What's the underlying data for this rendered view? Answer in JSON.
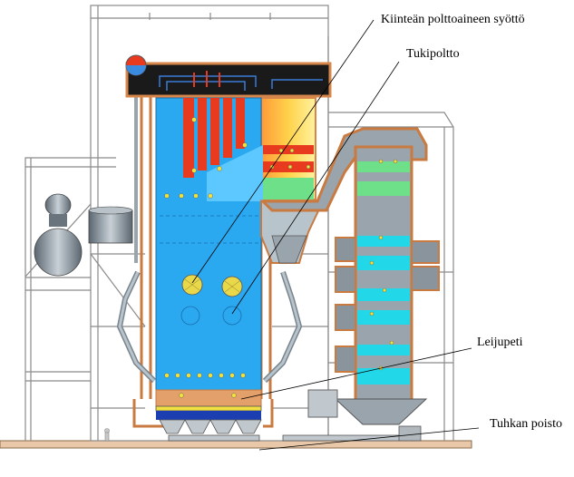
{
  "labels": {
    "fuel_feed": "Kiinteän polttoaineen syöttö",
    "support_firing": "Tukipoltto",
    "fluidized_bed": "Leijupeti",
    "ash_removal": "Tuhkan poisto"
  },
  "colors": {
    "furnace": "#2aa8f0",
    "furnace_light": "#5cc8ff",
    "superheater": "#e83a1e",
    "roof_box": "#1a1a1a",
    "casing_orange": "#d6864a",
    "bed": "#e4a06a",
    "economizer_green": "#6fe08a",
    "economizer_cyan": "#22d8e8",
    "steel_gray": "#9aa4ac",
    "frame": "#8a8a8a",
    "burner_yellow": "#f0e040"
  },
  "icons": [
    "steam-drum-icon",
    "fan-icon",
    "person-scale-icon"
  ]
}
